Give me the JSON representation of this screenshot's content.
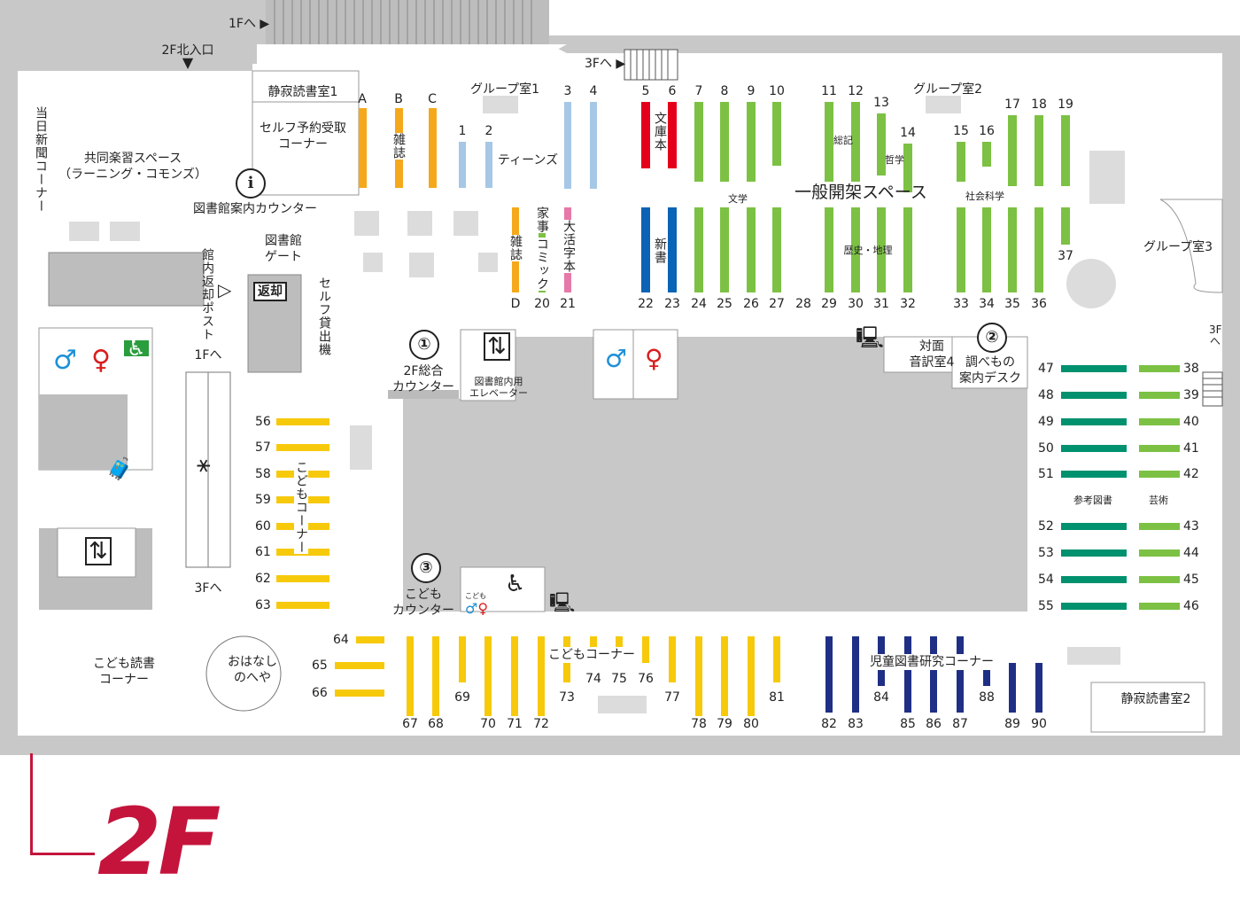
{
  "floor": {
    "label": "2F",
    "accent_color": "#c4143c"
  },
  "colors": {
    "magazine": "#f5a81c",
    "teens": "#a6c8e6",
    "bunko": "#e4001b",
    "shinsho": "#0b63b5",
    "general": "#7cc143",
    "kaji": "#7cc143",
    "large_print": "#e679a8",
    "children": "#f7c90b",
    "reference": "#00916e",
    "research": "#1f2f86",
    "wall": "#c8c8c8"
  },
  "areas": {
    "entrance_north": "2F北入口",
    "to_1f_top": "1Fへ",
    "to_3f_top": "3Fへ",
    "newspaper_corner": "当日新聞コーナー",
    "learning_commons": "共同楽習スペース\n（ラーニング・コモンズ）",
    "quiet_room_1": "静寂読書室1",
    "self_reserve": "セルフ予約受取\nコーナー",
    "info_counter": "図書館案内カウンター",
    "library_gate": "図書館\nゲート",
    "return_post": "館内返却ポスト",
    "self_checkout": "セルフ貸出機",
    "return_sign": "返却",
    "group_room_1": "グループ室1",
    "group_room_2": "グループ室2",
    "group_room_3": "グループ室3",
    "teens": "ティーンズ",
    "general_stacks": "一般開架スペース",
    "bunko": "文庫本",
    "shinsho": "新書",
    "magazine_a": "雑誌",
    "magazine_d": "雑誌",
    "kaji": "家事",
    "comic": "コミック",
    "large_print": "大活字本",
    "literature": "文学",
    "general_works": "総記",
    "philosophy": "哲学",
    "social_science": "社会科学",
    "history_geo": "歴史・地理",
    "counter_1": "2F総合\nカウンター",
    "staff_elevator": "図書館内用\nエレベーター",
    "interpretation_room": "対面\n音訳室4",
    "reference_desk": "調べもの\n案内デスク",
    "reference_books": "参考図書",
    "arts": "芸術",
    "escalator_to_1f": "1Fへ",
    "escalator_to_3f": "3Fへ",
    "right_to_3f": "3Fへ",
    "kids_corner_v": "こどもコーナー",
    "kids_corner_h": "こどもコーナー",
    "kids_counter": "こども\nカウンター",
    "kids_toilet": "こども",
    "kids_reading": "こども読書\nコーナー",
    "story_room": "おはなし\nのへや",
    "research_corner": "児童図書研究コーナー",
    "quiet_room_2": "静寂読書室2"
  },
  "circles": {
    "c1": "①",
    "c2": "②",
    "c3": "③"
  },
  "icons": {
    "info": "i",
    "toilet_male": "male-toilet-icon",
    "toilet_female": "female-toilet-icon",
    "wheelchair": "wheelchair-icon",
    "elevator": "elevator-icon",
    "escalator": "escalator-icon",
    "locker": "locker-icon",
    "baby_care": "baby-care-icon",
    "search_pc": "pc-search-icon"
  },
  "shelves": {
    "mag_top": [
      "A",
      "B",
      "C"
    ],
    "teens": [
      "1",
      "2",
      "3",
      "4"
    ],
    "top_row": [
      "5",
      "6",
      "7",
      "8",
      "9",
      "10",
      "11",
      "12",
      "13",
      "14",
      "15",
      "16",
      "17",
      "18",
      "19"
    ],
    "bottom_row": [
      "22",
      "23",
      "24",
      "25",
      "26",
      "27",
      "28",
      "29",
      "30",
      "31",
      "32",
      "33",
      "34",
      "35",
      "36"
    ],
    "shelf_37": "37",
    "mid_small": [
      "D",
      "20",
      "21"
    ],
    "ref_left": [
      "47",
      "48",
      "49",
      "50",
      "51",
      "52",
      "53",
      "54",
      "55"
    ],
    "ref_right": [
      "38",
      "39",
      "40",
      "41",
      "42",
      "43",
      "44",
      "45",
      "46"
    ],
    "kids_v": [
      "56",
      "57",
      "58",
      "59",
      "60",
      "61",
      "62",
      "63"
    ],
    "kids_h": [
      "64",
      "65",
      "66"
    ],
    "kids_bottom": [
      "67",
      "68",
      "69",
      "70",
      "71",
      "72",
      "73",
      "74",
      "75",
      "76",
      "77",
      "78",
      "79",
      "80",
      "81"
    ],
    "research": [
      "82",
      "83",
      "84",
      "85",
      "86",
      "87",
      "88",
      "89",
      "90"
    ]
  }
}
